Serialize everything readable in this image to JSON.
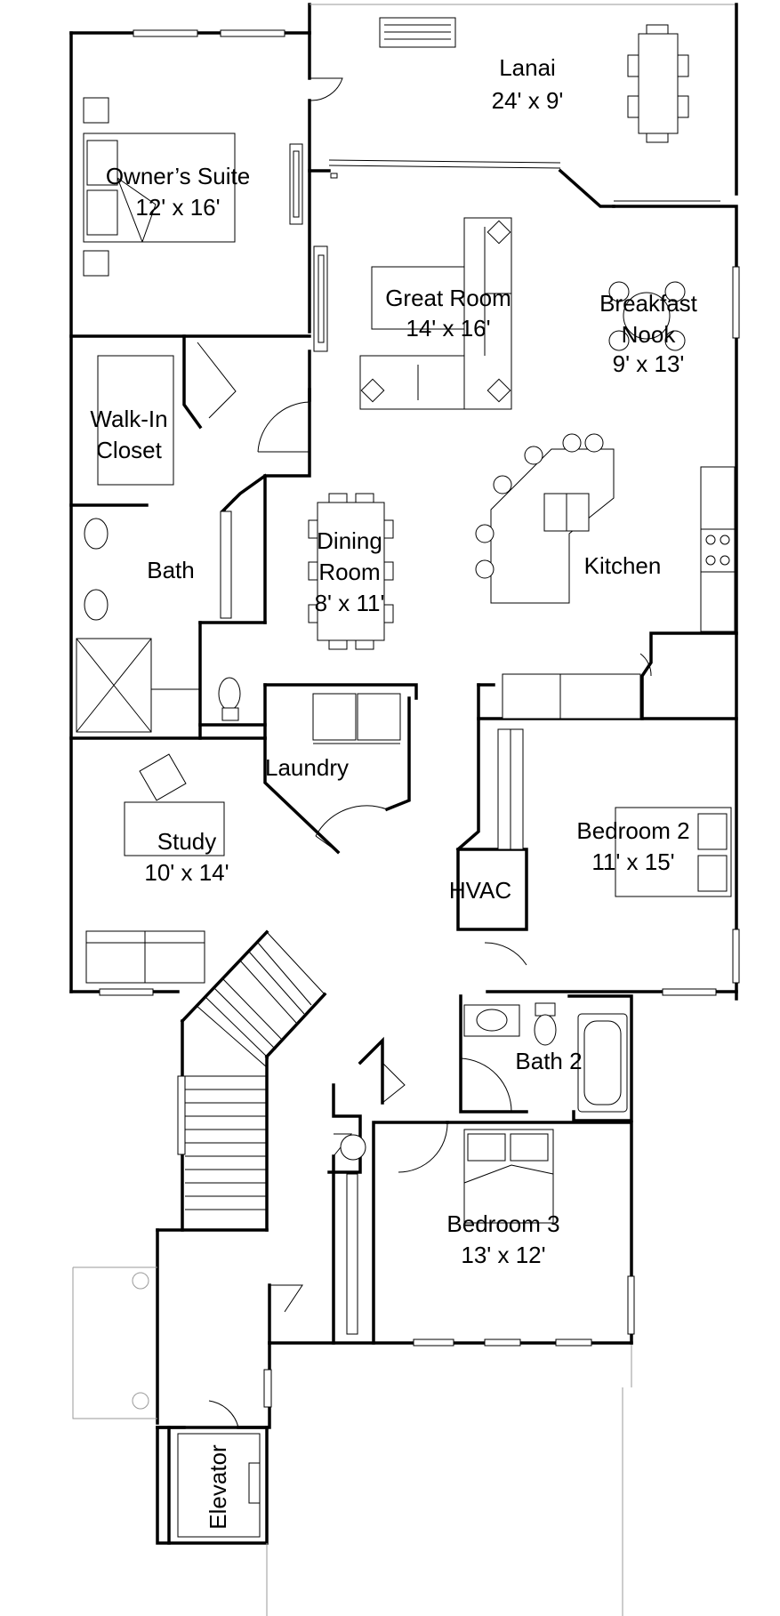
{
  "rooms": {
    "lanai": {
      "name": "Lanai",
      "size": "24' x 9'"
    },
    "owners_suite": {
      "name": "Owner’s Suite",
      "size": "12' x 16'"
    },
    "great_room": {
      "name": "Great Room",
      "size": "14' x 16'"
    },
    "breakfast_nook": {
      "name_line1": "Breakfast",
      "name_line2": "Nook",
      "size": "9' x 13'"
    },
    "walk_in_closet": {
      "name_line1": "Walk-In",
      "name_line2": "Closet"
    },
    "bath": {
      "name": "Bath"
    },
    "dining_room": {
      "name_line1": "Dining",
      "name_line2": "Room",
      "size": "8' x 11'"
    },
    "kitchen": {
      "name": "Kitchen"
    },
    "laundry": {
      "name": "Laundry"
    },
    "study": {
      "name": "Study",
      "size": "10' x 14'"
    },
    "bedroom_2": {
      "name": "Bedroom 2",
      "size": "11' x 15'"
    },
    "hvac": {
      "name": "HVAC"
    },
    "bath_2": {
      "name": "Bath 2"
    },
    "bedroom_3": {
      "name": "Bedroom 3",
      "size": "13' x 12'"
    },
    "elevator": {
      "name": "Elevator"
    }
  }
}
